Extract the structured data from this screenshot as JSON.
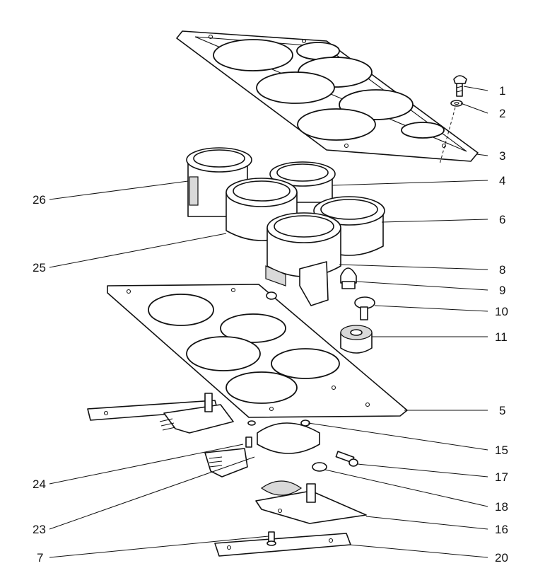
{
  "callouts": [
    {
      "id": "c1",
      "label": "1"
    },
    {
      "id": "c2",
      "label": "2"
    },
    {
      "id": "c3",
      "label": "3"
    },
    {
      "id": "c4",
      "label": "4"
    },
    {
      "id": "c6",
      "label": "6"
    },
    {
      "id": "c8",
      "label": "8"
    },
    {
      "id": "c9",
      "label": "9"
    },
    {
      "id": "c10",
      "label": "10"
    },
    {
      "id": "c11",
      "label": "11"
    },
    {
      "id": "c5",
      "label": "5"
    },
    {
      "id": "c15",
      "label": "15"
    },
    {
      "id": "c17",
      "label": "17"
    },
    {
      "id": "c18",
      "label": "18"
    },
    {
      "id": "c16",
      "label": "16"
    },
    {
      "id": "c20",
      "label": "20"
    },
    {
      "id": "c26",
      "label": "26"
    },
    {
      "id": "c25",
      "label": "25"
    },
    {
      "id": "c24",
      "label": "24"
    },
    {
      "id": "c23",
      "label": "23"
    },
    {
      "id": "c7",
      "label": "7"
    }
  ]
}
